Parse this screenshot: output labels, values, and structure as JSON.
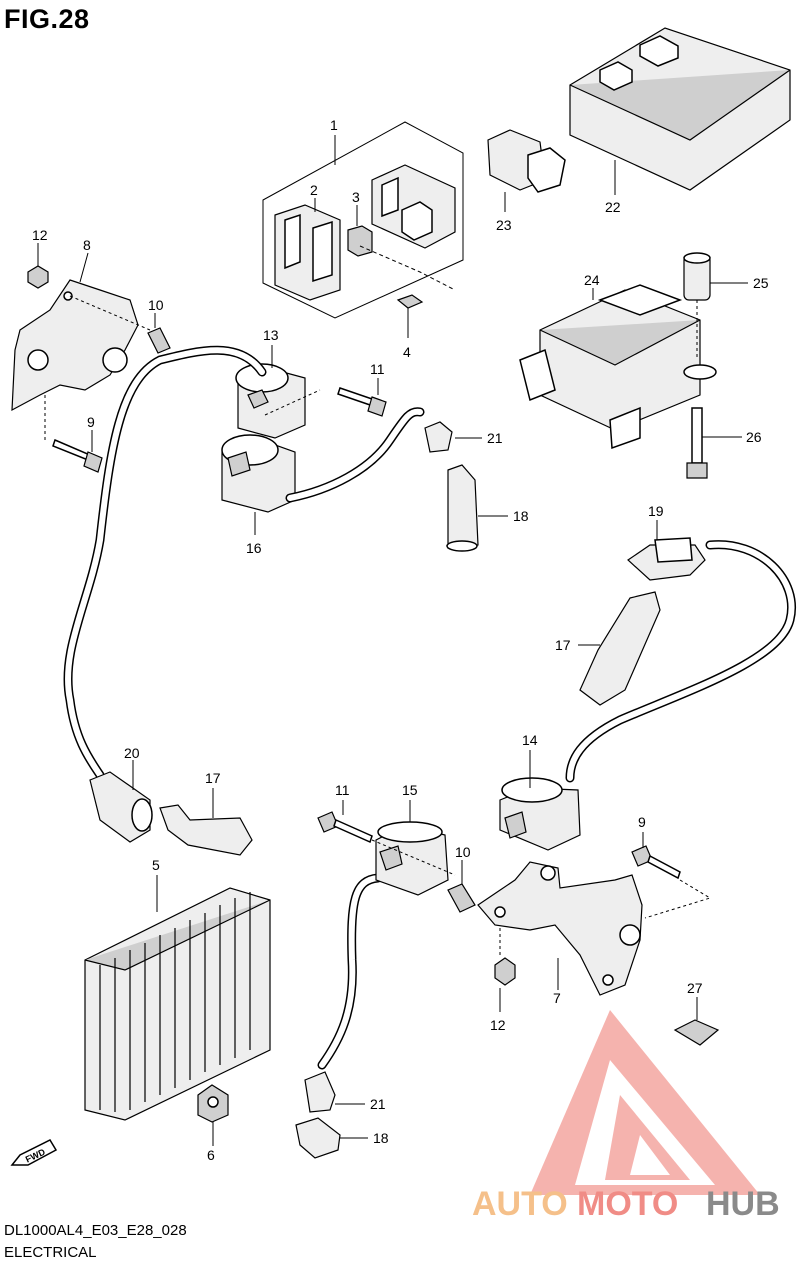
{
  "header": {
    "figure_title": "FIG.28"
  },
  "callouts": [
    {
      "id": "c1",
      "label": "1"
    },
    {
      "id": "c2",
      "label": "2"
    },
    {
      "id": "c3",
      "label": "3"
    },
    {
      "id": "c4",
      "label": "4"
    },
    {
      "id": "c22",
      "label": "22"
    },
    {
      "id": "c23",
      "label": "23"
    },
    {
      "id": "c12a",
      "label": "12"
    },
    {
      "id": "c8",
      "label": "8"
    },
    {
      "id": "c10a",
      "label": "10"
    },
    {
      "id": "c9a",
      "label": "9"
    },
    {
      "id": "c13",
      "label": "13"
    },
    {
      "id": "c11a",
      "label": "11"
    },
    {
      "id": "c21a",
      "label": "21"
    },
    {
      "id": "c18a",
      "label": "18"
    },
    {
      "id": "c16",
      "label": "16"
    },
    {
      "id": "c24",
      "label": "24"
    },
    {
      "id": "c25",
      "label": "25"
    },
    {
      "id": "c26",
      "label": "26"
    },
    {
      "id": "c19",
      "label": "19"
    },
    {
      "id": "c17a",
      "label": "17"
    },
    {
      "id": "c20",
      "label": "20"
    },
    {
      "id": "c17b",
      "label": "17"
    },
    {
      "id": "c14",
      "label": "14"
    },
    {
      "id": "c11b",
      "label": "11"
    },
    {
      "id": "c15",
      "label": "15"
    },
    {
      "id": "c10b",
      "label": "10"
    },
    {
      "id": "c9b",
      "label": "9"
    },
    {
      "id": "c5",
      "label": "5"
    },
    {
      "id": "c7",
      "label": "7"
    },
    {
      "id": "c12b",
      "label": "12"
    },
    {
      "id": "c27",
      "label": "27"
    },
    {
      "id": "c21b",
      "label": "21"
    },
    {
      "id": "c18b",
      "label": "18"
    },
    {
      "id": "c6",
      "label": "6"
    }
  ],
  "fwd_badge": "FWD",
  "watermark": {
    "part1": "AUTO",
    "part2": "MOTO",
    "part3": "HUB",
    "colors": {
      "auto": "#f5c08a",
      "moto": "#f08c86",
      "hub": "#8a8a8a"
    }
  },
  "footer": {
    "diagram_code": "DL1000AL4_E03_E28_028",
    "section": "ELECTRICAL"
  }
}
